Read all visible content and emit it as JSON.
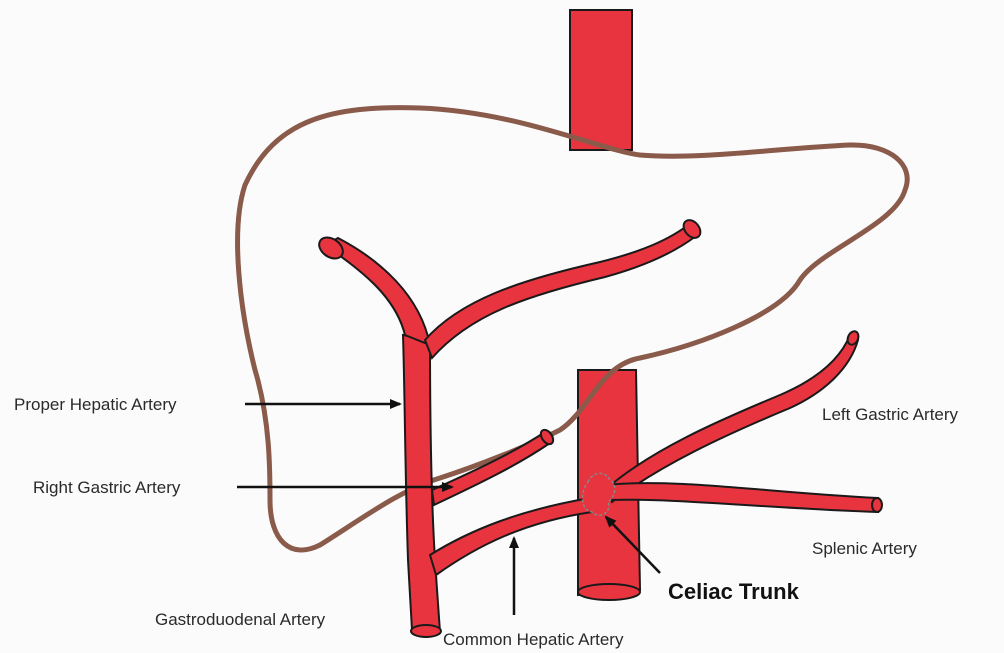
{
  "diagram": {
    "labels": {
      "proper_hepatic": "Proper Hepatic Artery",
      "right_gastric": "Right Gastric Artery",
      "gastroduodenal": "Gastroduodenal Artery",
      "common_hepatic": "Common Hepatic Artery",
      "left_gastric": "Left Gastric Artery",
      "splenic": "Splenic Artery",
      "celiac_trunk": "Celiac Trunk"
    },
    "colors": {
      "artery": "#e8343f",
      "artery_outline": "#1a1a1a",
      "liver_outline": "#8a5a4a",
      "arrow": "#111111"
    }
  }
}
